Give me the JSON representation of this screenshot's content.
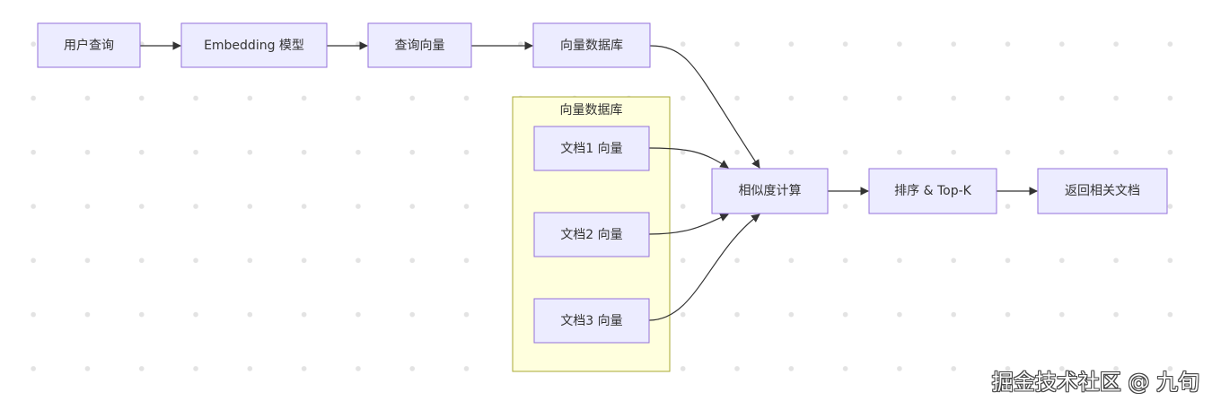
{
  "colors": {
    "node_fill": "#ECECFF",
    "node_stroke": "#9370DB",
    "cluster_fill": "#FFFFDE",
    "cluster_stroke": "#AAAA33",
    "edge": "#333333",
    "text": "#333333"
  },
  "nodes": {
    "user_query": "用户查询",
    "embedding_model": "Embedding 模型",
    "query_vector": "查询向量",
    "vector_db": "向量数据库",
    "doc1_vector": "文档1 向量",
    "doc2_vector": "文档2 向量",
    "doc3_vector": "文档3 向量",
    "similarity": "相似度计算",
    "ranking": "排序 & Top-K",
    "return_docs": "返回相关文档"
  },
  "cluster": {
    "title": "向量数据库"
  },
  "edges": [
    {
      "from": "user_query",
      "to": "embedding_model"
    },
    {
      "from": "embedding_model",
      "to": "query_vector"
    },
    {
      "from": "query_vector",
      "to": "vector_db"
    },
    {
      "from": "vector_db",
      "to": "similarity"
    },
    {
      "from": "doc1_vector",
      "to": "similarity"
    },
    {
      "from": "doc2_vector",
      "to": "similarity"
    },
    {
      "from": "doc3_vector",
      "to": "similarity"
    },
    {
      "from": "similarity",
      "to": "ranking"
    },
    {
      "from": "ranking",
      "to": "return_docs"
    }
  ],
  "watermark": "掘金技术社区 @ 九旬"
}
